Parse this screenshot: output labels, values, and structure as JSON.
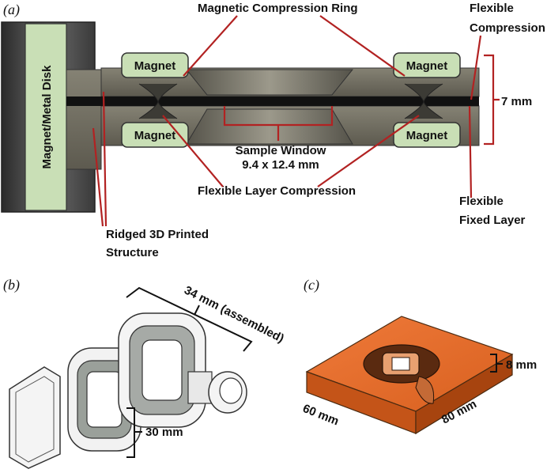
{
  "panels": {
    "a": "(a)",
    "b": "(b)",
    "c": "(c)"
  },
  "panel_a": {
    "disk_label": "Magnet/Metal Disk",
    "magnet_label": "Magnet",
    "magnetic_compression_ring": "Magnetic Compression Ring",
    "flexible_compression_layer_1": "Flexible",
    "flexible_compression_layer_2": "Compression Layer",
    "height_dim": "7 mm",
    "sample_window_1": "Sample Window",
    "sample_window_2": "9.4 x 12.4 mm",
    "flexible_layer_compression": "Flexible Layer Compression",
    "flexible_fixed_layer_1": "Flexible",
    "flexible_fixed_layer_2": "Fixed Layer",
    "ridged_structure_1": "Ridged 3D Printed",
    "ridged_structure_2": "Structure"
  },
  "panel_b": {
    "assembled_dim": "34 mm (assembled)",
    "width_dim": "30 mm"
  },
  "panel_c": {
    "height_dim": "8 mm",
    "depth_dim": "60 mm",
    "width_dim": "80 mm"
  },
  "colors": {
    "annotation_red": "#b22222",
    "magnet_fill": "#c9dfb6",
    "body_gray": "#6e6b5f",
    "block_orange": "#e2692a"
  }
}
